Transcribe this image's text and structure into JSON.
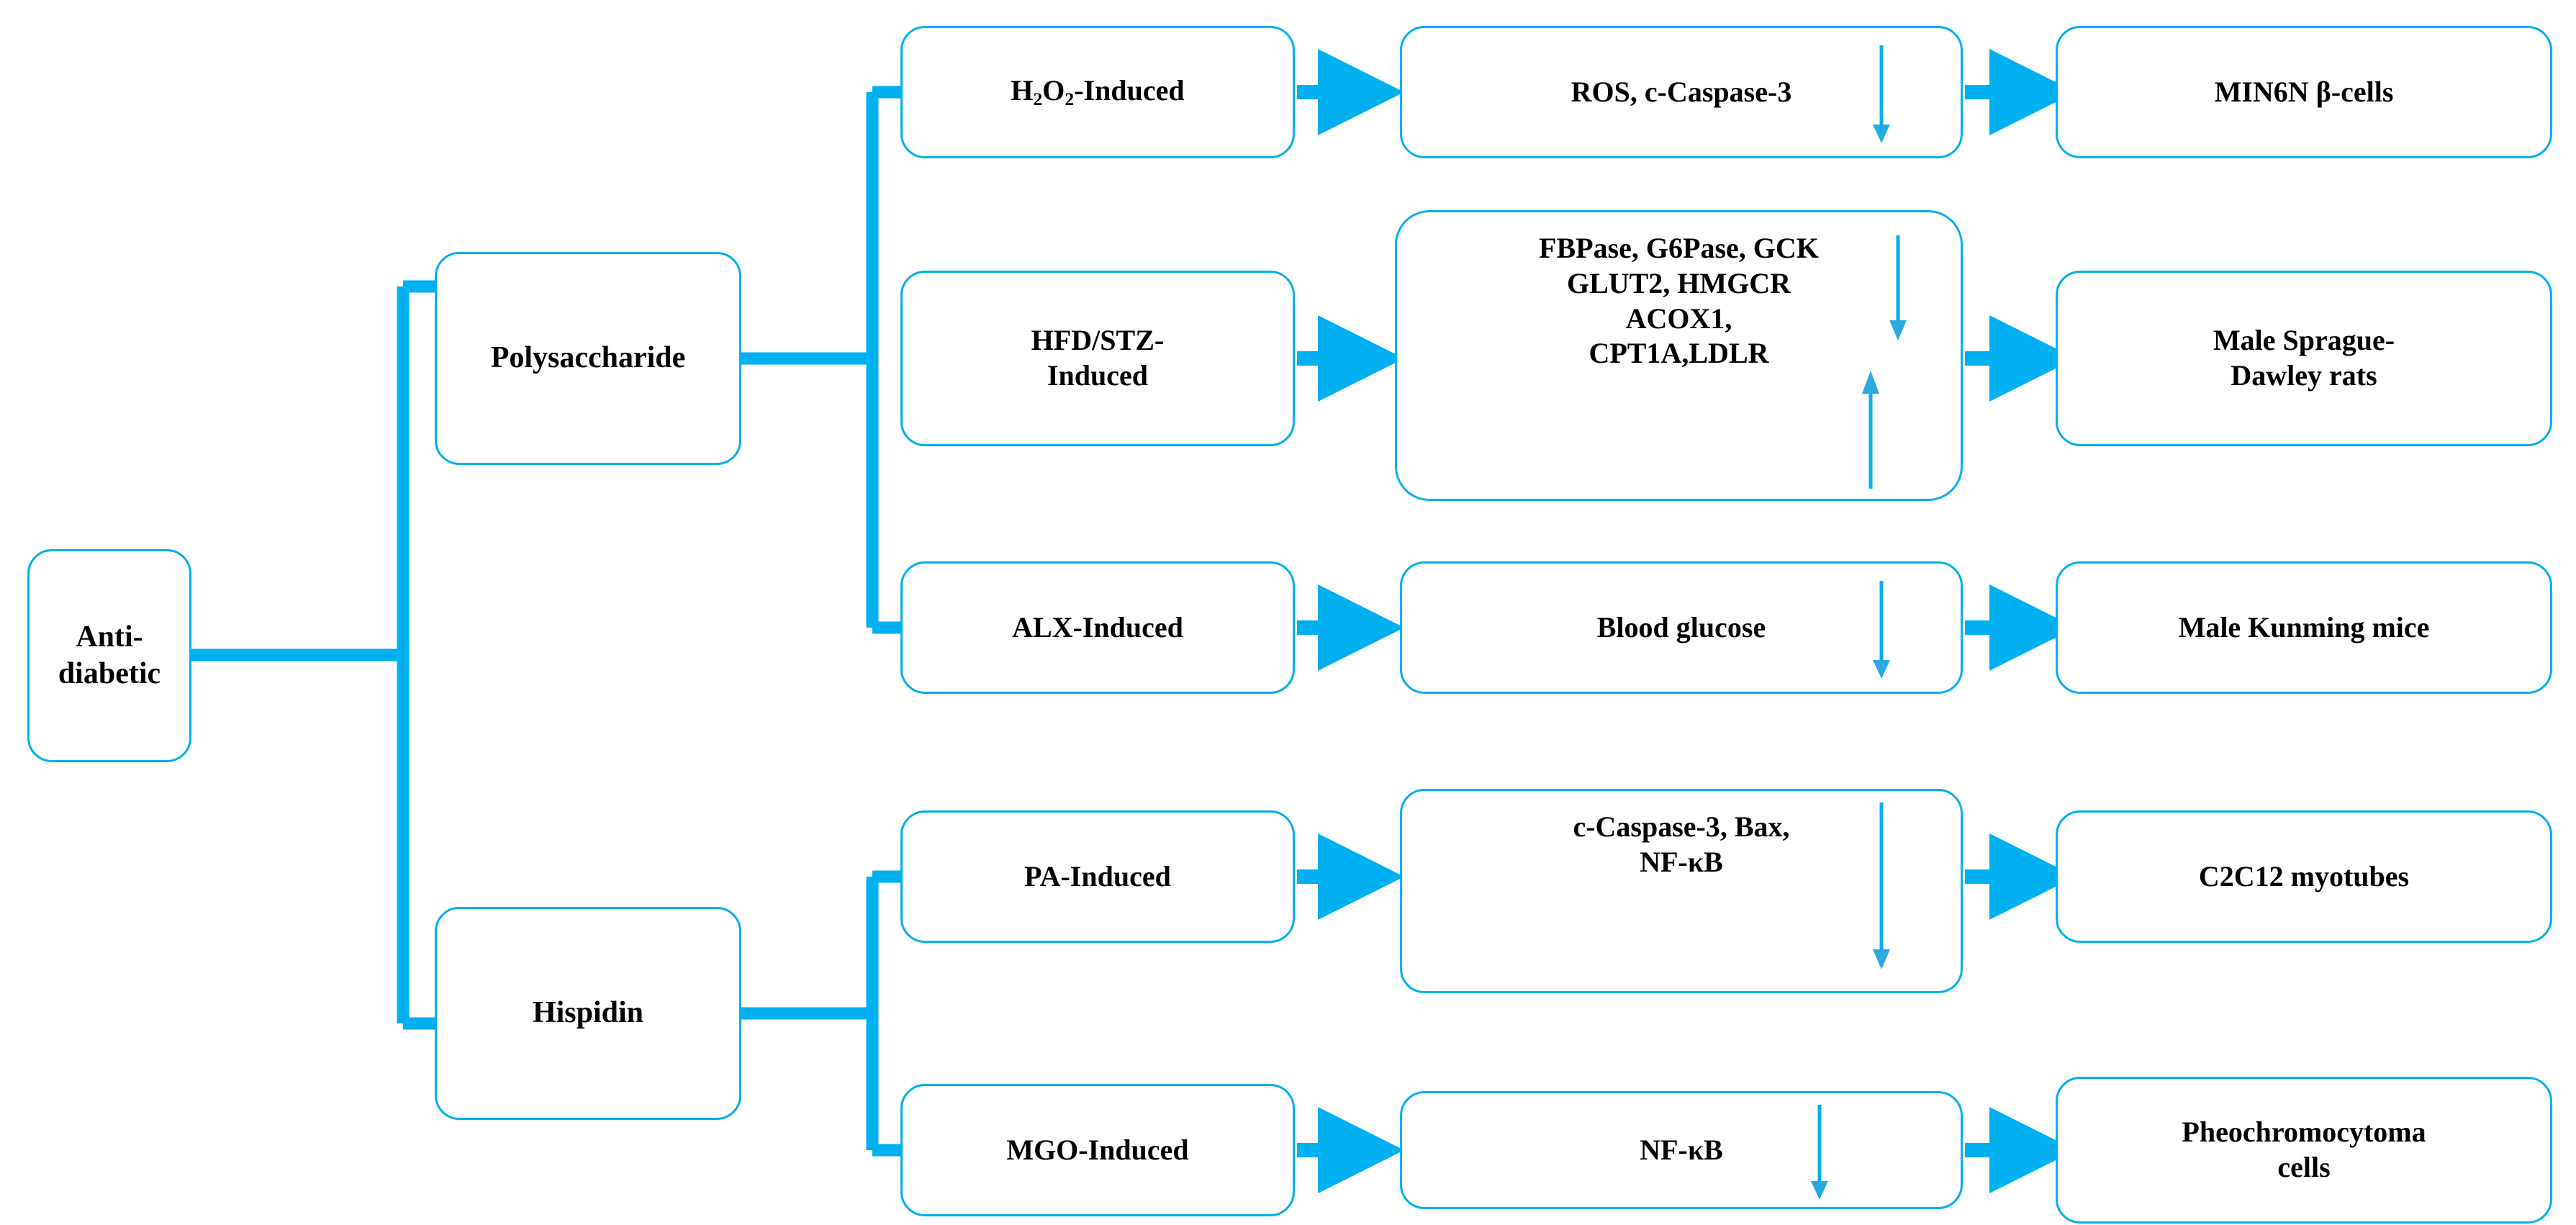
{
  "meta": {
    "accent_color": "#00B0F0",
    "background_color": "#FFFFFF",
    "text_color": "#000000"
  },
  "root": {
    "label": "Anti-diabetic"
  },
  "branches": [
    {
      "name": "polysaccharide",
      "label": "Polysaccharide",
      "rows": [
        {
          "inducer": "H₂O₂-Induced",
          "inducer_parts": {
            "pre": "H",
            "sub1": "2",
            "mid": "O",
            "sub2": "2",
            "post": "-Induced"
          },
          "markers": "ROS, c-Caspase-3",
          "trend": [
            "down"
          ],
          "model": "MIN6N β-cells"
        },
        {
          "inducer": "HFD/STZ-\nInduced",
          "markers": "FBPase, G6Pase, GCK\nGLUT2, HMGCR\nACOX1,\nCPT1A,LDLR",
          "trend": [
            "down",
            "up"
          ],
          "model": "Male Sprague-\nDawley rats"
        },
        {
          "inducer": "ALX-Induced",
          "markers": "Blood glucose",
          "trend": [
            "down"
          ],
          "model": "Male Kunming mice"
        }
      ]
    },
    {
      "name": "hispidin",
      "label": "Hispidin",
      "rows": [
        {
          "inducer": "PA-Induced",
          "markers": "c-Caspase-3, Bax,\nNF-κB",
          "trend": [
            "down"
          ],
          "model": "C2C12 myotubes"
        },
        {
          "inducer": "MGO-Induced",
          "markers": "NF-κB",
          "trend": [
            "down"
          ],
          "model": "Pheochromocytoma\ncells"
        }
      ]
    }
  ],
  "icons": {
    "arrow_right": "arrow-right-icon",
    "arrow_down": "arrow-down-icon",
    "arrow_up": "arrow-up-icon",
    "bracket": "branch-bracket-icon"
  }
}
